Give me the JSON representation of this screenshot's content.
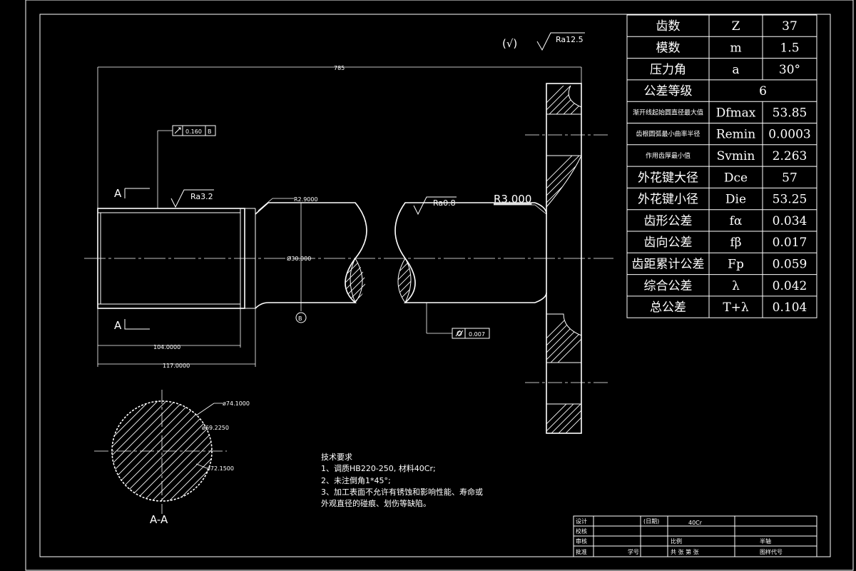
{
  "roughness": {
    "general_symbol": "(√)",
    "general": "Ra12.5",
    "sleeve": "Ra3.2",
    "shaft": "Ra0.8"
  },
  "dimensions": {
    "overall_length": "785",
    "fillet_radius": "R2.9000",
    "shaft_diameter": "Ø30.000",
    "flange_radius": "R3.000",
    "inner_length": "104.0000",
    "outer_length": "117.0000"
  },
  "tolerance": {
    "runout_top": "0.160",
    "runout_top_datum": "B",
    "cylindricity": "0.007",
    "datum_b": "B"
  },
  "section": {
    "label_a_top": "A",
    "label_a_bottom": "A",
    "title": "A-A",
    "d_outer": "ø74.1000",
    "d_pitch": "ø69.2250",
    "d_root": "ø72.1500"
  },
  "param_table": [
    {
      "name": "齿数",
      "symbol": "Z",
      "value": "37",
      "small": false
    },
    {
      "name": "模数",
      "symbol": "m",
      "value": "1.5",
      "small": false
    },
    {
      "name": "压力角",
      "symbol": "a",
      "value": "30°",
      "small": false
    },
    {
      "name": "公差等级",
      "symbol": "",
      "value": "6",
      "small": false,
      "merged": true
    },
    {
      "name": "渐开线起始圆直径最大值",
      "symbol": "Dfmax",
      "value": "53.85",
      "small": true
    },
    {
      "name": "齿根圆弧最小曲率半径",
      "symbol": "Remin",
      "value": "0.0003",
      "small": true
    },
    {
      "name": "作用齿厚最小值",
      "symbol": "Svmin",
      "value": "2.263",
      "small": true
    },
    {
      "name": "外花键大径",
      "symbol": "Dce",
      "value": "57",
      "small": false
    },
    {
      "name": "外花键小径",
      "symbol": "Die",
      "value": "53.25",
      "small": false
    },
    {
      "name": "齿形公差",
      "symbol": "fα",
      "value": "0.034",
      "small": false
    },
    {
      "name": "齿向公差",
      "symbol": "fβ",
      "value": "0.017",
      "small": false
    },
    {
      "name": "齿距累计公差",
      "symbol": "Fp",
      "value": "0.059",
      "small": false
    },
    {
      "name": "综合公差",
      "symbol": "λ",
      "value": "0.042",
      "small": false
    },
    {
      "name": "总公差",
      "symbol": "T+λ",
      "value": "0.104",
      "small": false
    }
  ],
  "tech_notes": {
    "title": "技术要求",
    "lines": [
      "1、调质HB220-250, 材料40Cr;",
      "2、未注倒角1*45°;",
      "3、加工表面不允许有锈蚀和影响性能、寿命或",
      "外观直径的碰痕、划伤等缺陷。"
    ]
  },
  "title_block": {
    "design": "设计",
    "check": "校核",
    "review": "审核",
    "approve": "批准",
    "date": "(日期)",
    "material": "40Cr",
    "scale": "比例",
    "part_name": "半轴",
    "count": "共    张 第    张",
    "drawing_no": "图样代号",
    "class": "学号"
  },
  "colors": {
    "background": "#000000",
    "line": "#ffffff"
  }
}
